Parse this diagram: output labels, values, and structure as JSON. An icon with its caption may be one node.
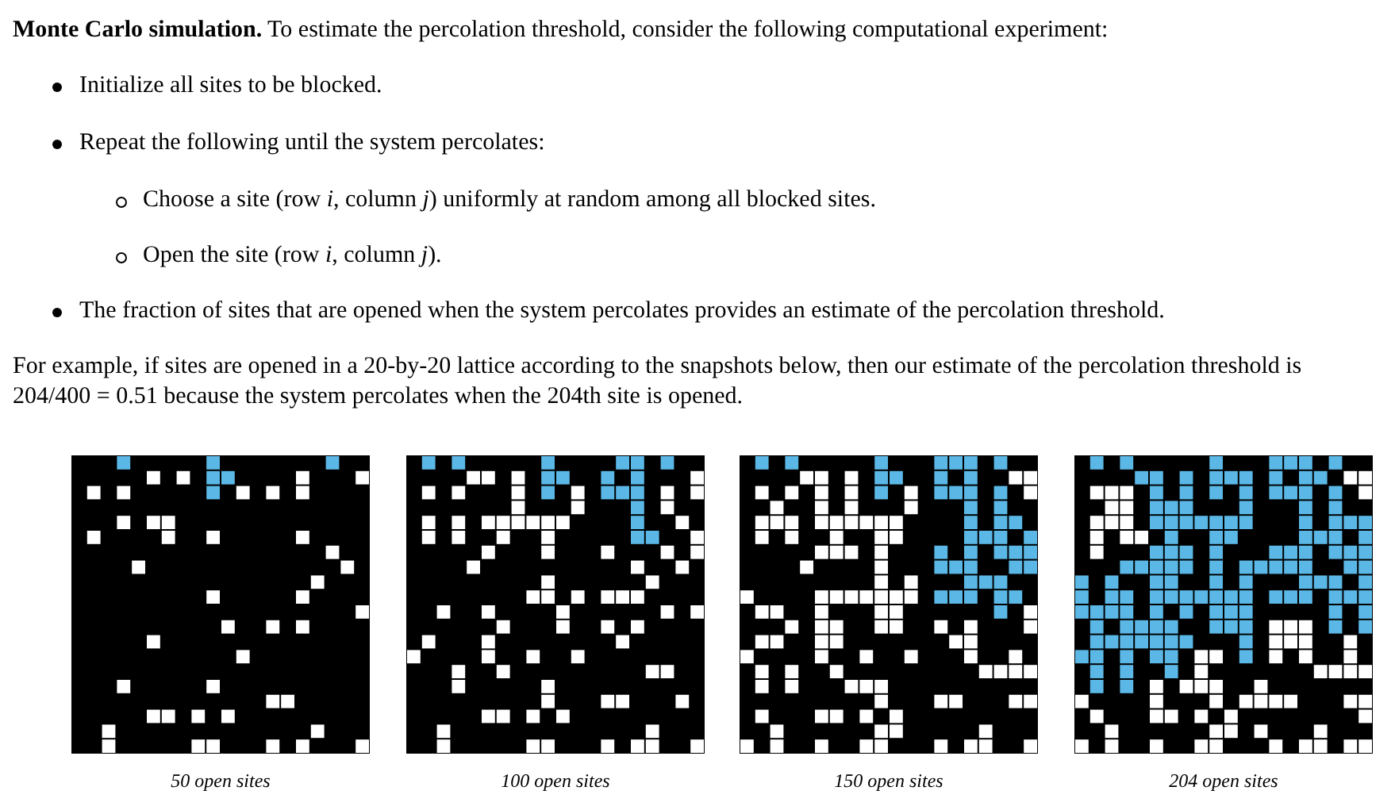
{
  "diagram": {
    "nodes": [
      {
        "text": [],
        "shape": "picture",
        "beside": [
          "50 open sites"
        ]
      },
      {
        "text": [],
        "shape": "picture",
        "beside": [
          "100 open sites"
        ]
      },
      {
        "text": [],
        "shape": "picture",
        "beside": [
          "150 open sites"
        ]
      },
      {
        "text": [],
        "shape": "picture",
        "beside": [
          "204 open sites"
        ]
      }
    ],
    "edges": [],
    "labels": [
      "**Monte Carlo simulation.** To estimate the percolation threshold, consider the following computational experiment:",
      "Initialize all sites to be blocked.",
      "Repeat the following until the system percolates:",
      "Choose a site (row *i*, column *j*) uniformly at random among all blocked sites.",
      "Open the site (row *i*, column *j*).",
      "The fraction of sites that are opened when the system percolates provides an estimate of the percolation threshold.",
      "For example, if sites are opened in a 20-by-20 lattice according to the snapshots below, then our estimate of the percolation threshold is 204/400 = 0.51 because the system percolates when the 204th site is opened."
    ]
  }
}
